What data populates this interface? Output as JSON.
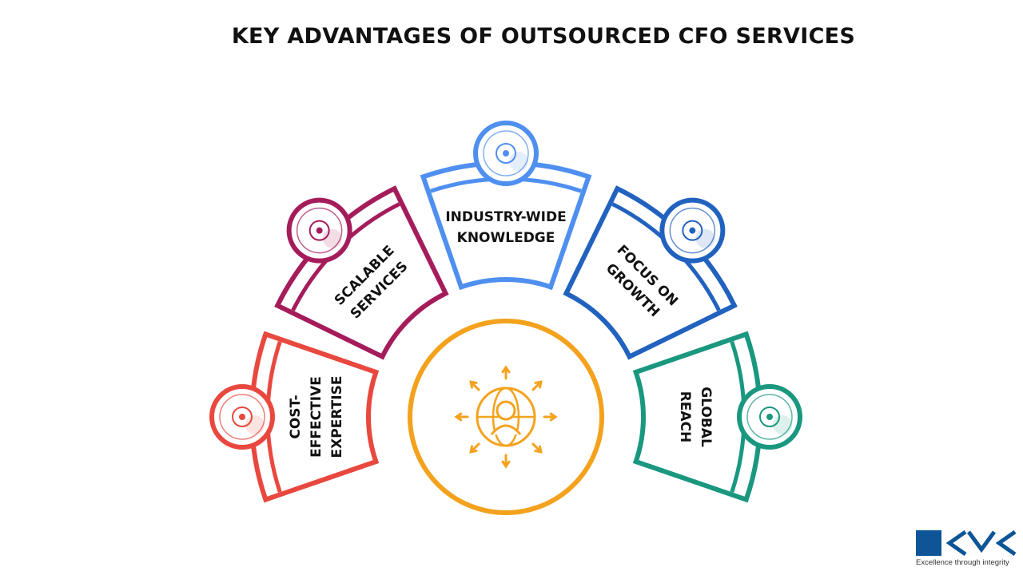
{
  "title": "KEY ADVANTAGES OF OUTSOURCED CFO SERVICES",
  "segments": [
    {
      "id": "cost-effective-expertise",
      "lines": [
        "COST-",
        "EFFECTIVE",
        "EXPERTISE"
      ],
      "color": "#e9483f",
      "icon": "dollar-cycle-icon"
    },
    {
      "id": "scalable-services",
      "lines": [
        "SCALABLE",
        "SERVICES"
      ],
      "color": "#a51c5b",
      "icon": "lightbulb-arrows-icon"
    },
    {
      "id": "industry-wide-knowledge",
      "lines": [
        "INDUSTRY-WIDE",
        "KNOWLEDGE"
      ],
      "color": "#4f8ff0",
      "icon": "lightbulb-icon"
    },
    {
      "id": "focus-on-growth",
      "lines": [
        "FOCUS ON",
        "GROWTH"
      ],
      "color": "#2262bf",
      "icon": "growth-cycle-icon"
    },
    {
      "id": "global-reach",
      "lines": [
        "GLOBAL",
        "REACH"
      ],
      "color": "#1a977f",
      "icon": "network-globe-icon"
    }
  ],
  "center": {
    "color": "#f4a21d",
    "icon": "globe-person-arrows-icon"
  },
  "logo": {
    "name": "KMK",
    "tagline": "Excellence through integrity",
    "color": "#0d5596"
  }
}
